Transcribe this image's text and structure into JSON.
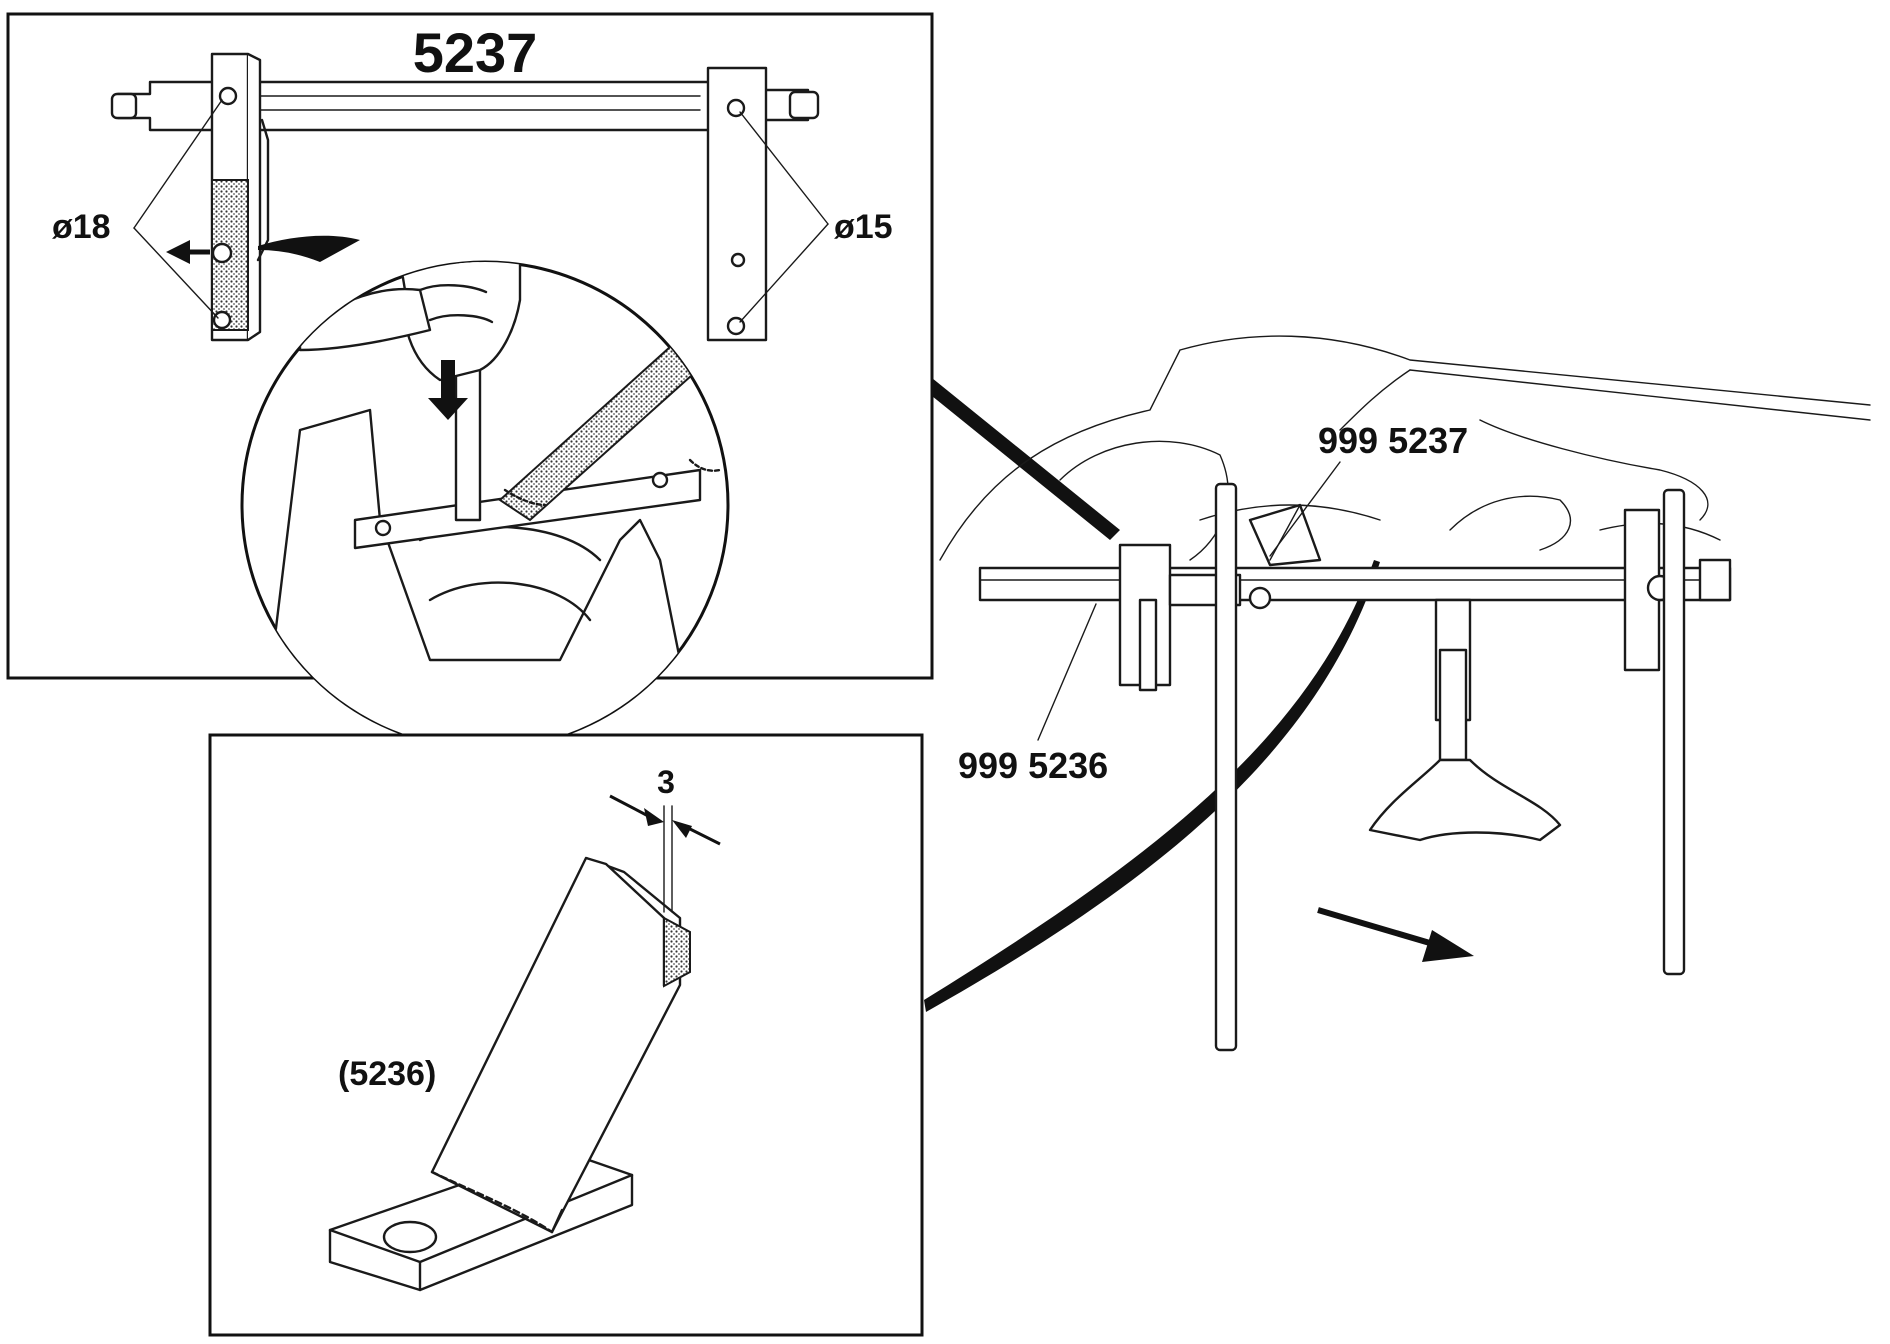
{
  "detail_top": {
    "title": "5237",
    "hole_left_label": "ø18",
    "hole_right_label": "ø15"
  },
  "detail_bottom": {
    "dimension_label": "3",
    "part_label": "(5236)"
  },
  "assembly": {
    "tool_upper_label": "999 5237",
    "tool_lower_label": "999 5236"
  }
}
